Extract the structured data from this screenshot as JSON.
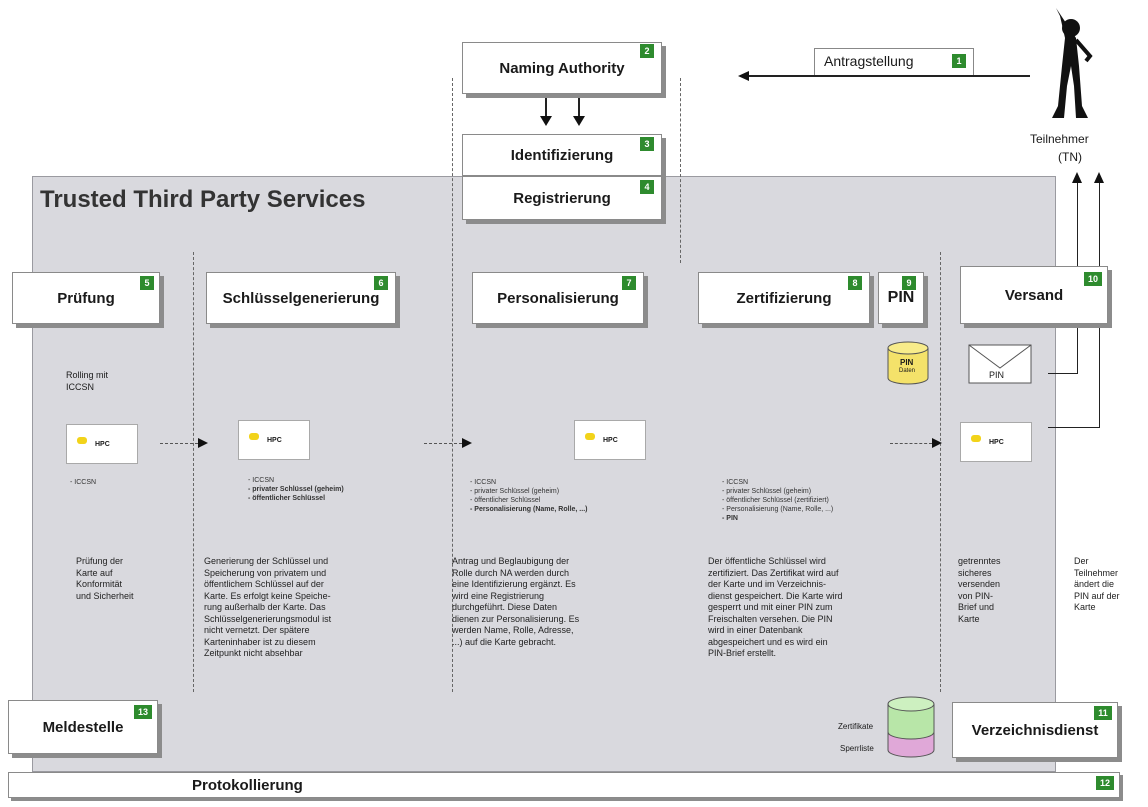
{
  "panel_title": "Trusted Third Party Services",
  "top_boxes": {
    "naming_authority": {
      "label": "Naming Authority",
      "num": "2"
    },
    "identifizierung": {
      "label": "Identifizierung",
      "num": "3"
    },
    "registrierung": {
      "label": "Registrierung",
      "num": "4"
    },
    "antragstellung": {
      "label": "Antragstellung",
      "num": "1"
    }
  },
  "teilnehmer": {
    "line1": "Teilnehmer",
    "line2": "(TN)"
  },
  "steps": {
    "pruefung": {
      "label": "Prüfung",
      "num": "5"
    },
    "schluessel": {
      "label": "Schlüsselgenerierung",
      "num": "6"
    },
    "personalisierung": {
      "label": "Personalisierung",
      "num": "7"
    },
    "zertifizierung": {
      "label": "Zertifizierung",
      "num": "8"
    },
    "pin": {
      "label": "PIN",
      "num": "9"
    },
    "versand": {
      "label": "Versand",
      "num": "10"
    }
  },
  "bottom_boxes": {
    "meldestelle": {
      "label": "Meldestelle",
      "num": "13"
    },
    "verzeichnisdienst": {
      "label": "Verzeichnisdienst",
      "num": "11"
    },
    "protokollierung": {
      "label": "Protokollierung",
      "num": "12"
    }
  },
  "rolling": {
    "line1": "Rolling mit",
    "line2": "ICCSN"
  },
  "card_label": "HPC",
  "pin_db": {
    "line1": "PIN",
    "line2": "Daten"
  },
  "envelope_label": "PIN",
  "db_labels": {
    "zertifikate": "Zertifikate",
    "sperrliste": "Sperrliste"
  },
  "card_lists": {
    "c1": [
      "- ICCSN"
    ],
    "c2": [
      "- ICCSN",
      "- privater Schlüssel (geheim)",
      "- öffentlicher Schlüssel"
    ],
    "c3": [
      "- ICCSN",
      "- privater Schlüssel (geheim)",
      "- öffentlicher Schlüssel",
      "- Personalisierung (Name, Rolle, ...)"
    ],
    "c4": [
      "- ICCSN",
      "- privater Schlüssel (geheim)",
      "- öffentlicher Schlüssel  (zertifiziert)",
      "- Personalisierung (Name, Rolle, ...)",
      "- PIN"
    ]
  },
  "descriptions": {
    "d1": [
      "Prüfung der",
      "Karte auf",
      "Konformität",
      "und Sicherheit"
    ],
    "d2": [
      "Generierung der Schlüssel und",
      "Speicherung von privatem und",
      "öffentlichem Schlüssel auf der",
      "Karte. Es erfolgt keine Speiche-",
      "rung außerhalb der Karte. Das",
      "Schlüsselgenerierungsmodul ist",
      "nicht vernetzt. Der spätere",
      "Karteninhaber ist zu diesem",
      "Zeitpunkt nicht absehbar"
    ],
    "d3": [
      "Antrag und Beglaubigung der",
      "Rolle durch NA werden durch",
      "eine Identifizierung ergänzt. Es",
      "wird eine Registrierung",
      "durchgeführt. Diese Daten",
      "dienen zur Personalisierung. Es",
      "werden Name, Rolle, Adresse,",
      "...) auf die Karte gebracht."
    ],
    "d4": [
      "Der öffentliche Schlüssel wird",
      "zertifiziert. Das Zertifikat wird auf",
      "der Karte und im Verzeichnis-",
      "dienst gespeichert. Die Karte wird",
      "gesperrt und mit einer PIN zum",
      "Freischalten versehen. Die PIN",
      "wird in einer Datenbank",
      "abgespeichert und es wird ein",
      "PIN-Brief erstellt."
    ],
    "d5": [
      "getrenntes",
      "sicheres",
      "versenden",
      "von PIN-",
      "Brief und",
      "Karte"
    ],
    "d6": [
      "Der",
      "Teilnehmer",
      "ändert die",
      "PIN auf der",
      "Karte"
    ]
  },
  "colors": {
    "accent_green": "#2e8b2e",
    "panel_bg": "#d9d9de",
    "chip_yellow": "#f2d31a",
    "db_green": "#b8e6a8",
    "db_pink": "#e0a8d8"
  }
}
